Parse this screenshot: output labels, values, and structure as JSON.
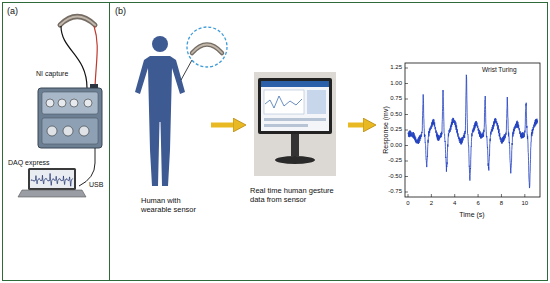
{
  "diagram": {
    "nodes": [
      {
        "text": [
          "(a)"
        ]
      },
      {
        "text": [
          "(b)"
        ]
      },
      {
        "text": [
          "Human with wearable sensor"
        ],
        "in": 1
      },
      {
        "text": [
          "Real time human gesture data from sensor"
        ],
        "in": 1
      },
      {
        "text": [
          "Wrist Turing"
        ],
        "in": 1
      }
    ],
    "edges": [
      {
        "from": 2,
        "to": 3,
        "arrow": "to"
      },
      {
        "from": 3,
        "to": 4,
        "arrow": "to"
      }
    ],
    "labels": [
      "NI capture",
      "DAQ express",
      "USB",
      "Response (mv)",
      "Time (s)",
      "1.25",
      "1.00",
      "0.75",
      "0.50",
      "0.25",
      "0.00",
      "-0.25",
      "-0.50",
      "-0.75",
      "0",
      "2",
      "4",
      "6",
      "8",
      "10"
    ]
  }
}
